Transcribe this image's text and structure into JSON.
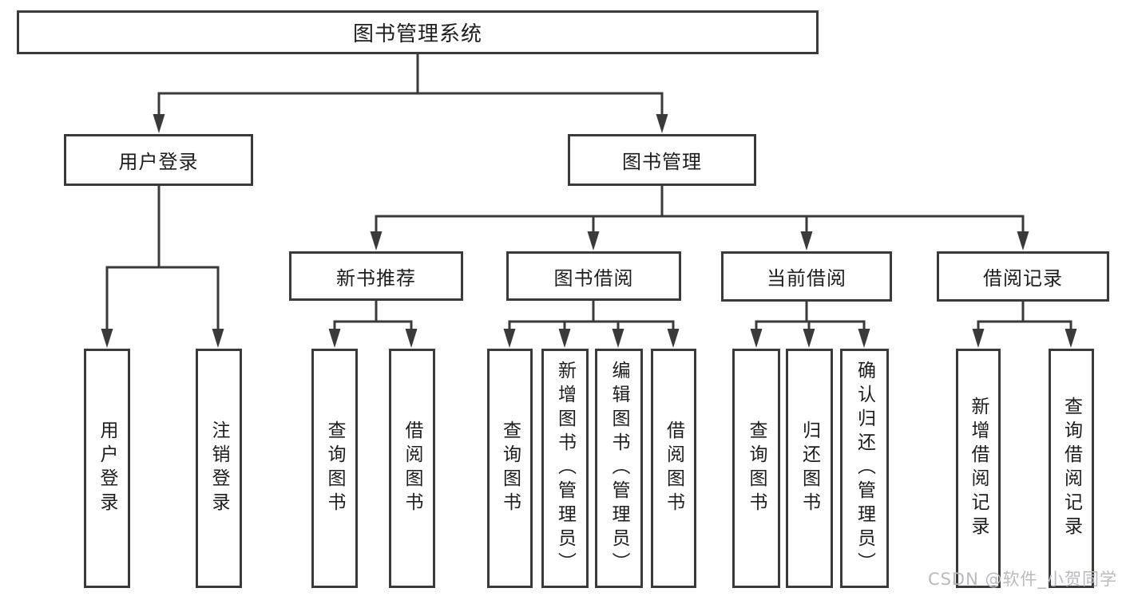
{
  "diagram": {
    "root": {
      "label": "图书管理系统"
    },
    "level2": [
      {
        "label": "用户登录"
      },
      {
        "label": "图书管理"
      }
    ],
    "level3": [
      {
        "label": "新书推荐"
      },
      {
        "label": "图书借阅"
      },
      {
        "label": "当前借阅"
      },
      {
        "label": "借阅记录"
      }
    ],
    "leaves": [
      {
        "label": "用户登录"
      },
      {
        "label": "注销登录"
      },
      {
        "label": "查询图书"
      },
      {
        "label": "借阅图书"
      },
      {
        "label": "查询图书"
      },
      {
        "label": "新增图书（管理员）"
      },
      {
        "label": "编辑图书（管理员）"
      },
      {
        "label": "借阅图书"
      },
      {
        "label": "查询图书"
      },
      {
        "label": "归还图书"
      },
      {
        "label": "确认归还（管理员）"
      },
      {
        "label": "新增借阅记录"
      },
      {
        "label": "查询借阅记录"
      }
    ],
    "watermark": "CSDN @软件_小贺同学",
    "colors": {
      "line": "#3a3a3a",
      "text": "#1d1d1d",
      "watermark": "#b9b9bf",
      "background": "#ffffff"
    }
  }
}
